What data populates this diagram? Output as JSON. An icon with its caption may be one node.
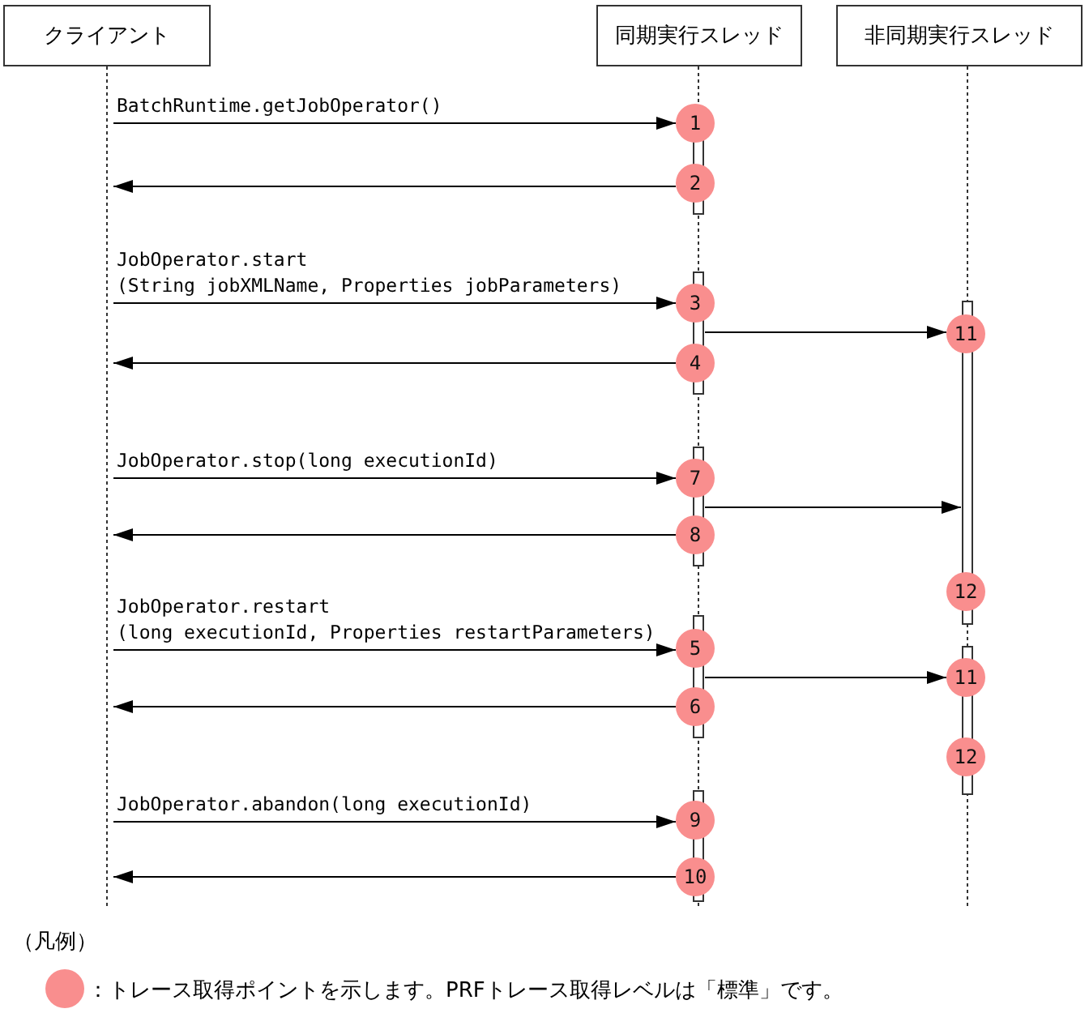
{
  "diagram": {
    "nodes": [
      {
        "text": [
          "クライアント"
        ]
      },
      {
        "text": [
          "同期実行スレッド"
        ]
      },
      {
        "text": [
          "非同期実行スレッド"
        ]
      },
      {
        "text": [],
        "shape": "line"
      },
      {
        "text": [],
        "shape": "line"
      },
      {
        "text": [],
        "shape": "line"
      },
      {
        "text": [
          "1"
        ]
      },
      {
        "text": [
          "2"
        ]
      },
      {
        "text": [
          "3"
        ]
      },
      {
        "text": [
          "11"
        ]
      },
      {
        "text": [
          "4"
        ]
      },
      {
        "text": [
          "7"
        ]
      },
      {
        "text": [
          "8"
        ]
      },
      {
        "text": [
          "12"
        ]
      },
      {
        "text": [
          "5"
        ]
      },
      {
        "text": [
          "11"
        ]
      },
      {
        "text": [
          "6"
        ]
      },
      {
        "text": [
          "12"
        ]
      },
      {
        "text": [
          "9"
        ]
      },
      {
        "text": [
          "10"
        ]
      }
    ],
    "edges": [
      {
        "from": 3,
        "to": 6,
        "arrow": "to",
        "label": "BatchRuntime.getJobOperator()"
      },
      {
        "from": 7,
        "to": 3,
        "arrow": "to"
      },
      {
        "from": 3,
        "to": 8,
        "arrow": "to",
        "label": "JobOperator.start (String jobXMLName, Properties jobParameters)"
      },
      {
        "from": 4,
        "to": 9,
        "arrow": "to"
      },
      {
        "from": 10,
        "to": 3,
        "arrow": "to"
      },
      {
        "from": 3,
        "to": 11,
        "arrow": "to",
        "label": "JobOperator.stop(long executionId)"
      },
      {
        "from": 4,
        "to": 5,
        "arrow": "to"
      },
      {
        "from": 12,
        "to": 3,
        "arrow": "to"
      },
      {
        "from": 3,
        "to": 14,
        "arrow": "to",
        "label": "JobOperator.restart (long executionId, Properties restartParameters)"
      },
      {
        "from": 4,
        "to": 15,
        "arrow": "to"
      },
      {
        "from": 16,
        "to": 3,
        "arrow": "to"
      },
      {
        "from": 3,
        "to": 18,
        "arrow": "to",
        "label": "JobOperator.abandon(long executionId)"
      },
      {
        "from": 19,
        "to": 3,
        "arrow": "to"
      }
    ],
    "labels": [
      "（凡例）"
    ],
    "legend": [
      {
        "text": "：トレース取得ポイントを示します。PRFトレース取得レベルは「標準」です。",
        "color": "#f98e8e"
      }
    ]
  }
}
